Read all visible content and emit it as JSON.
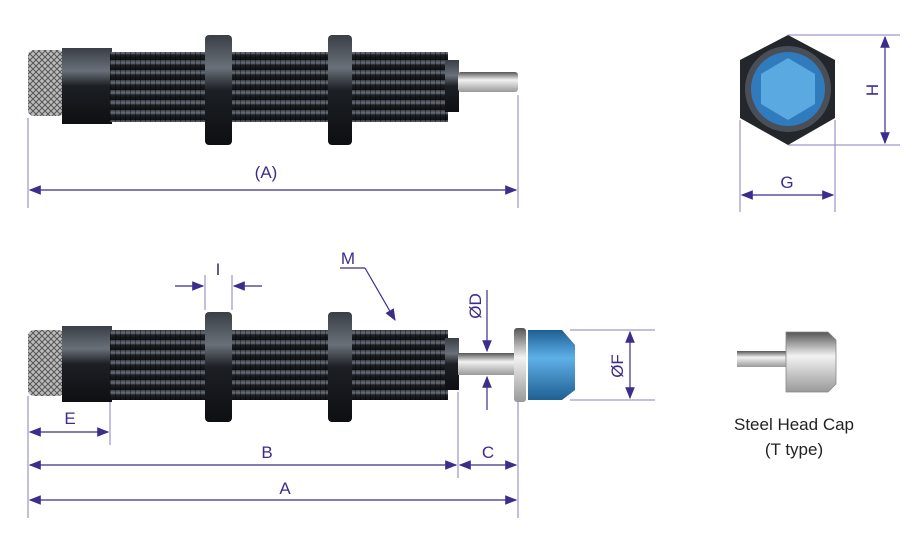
{
  "labels": {
    "A_ref": "(A)",
    "G": "G",
    "H": "H",
    "I": "I",
    "M": "M",
    "D": "ØD",
    "F": "ØF",
    "E": "E",
    "B": "B",
    "C": "C",
    "A": "A"
  },
  "caption": {
    "line1": "Steel Head Cap",
    "line2": "(T type)"
  },
  "colors": {
    "dimension": "#3b2d8c",
    "body": "#1c1f24",
    "cap_blue": "#2e7fc0"
  }
}
